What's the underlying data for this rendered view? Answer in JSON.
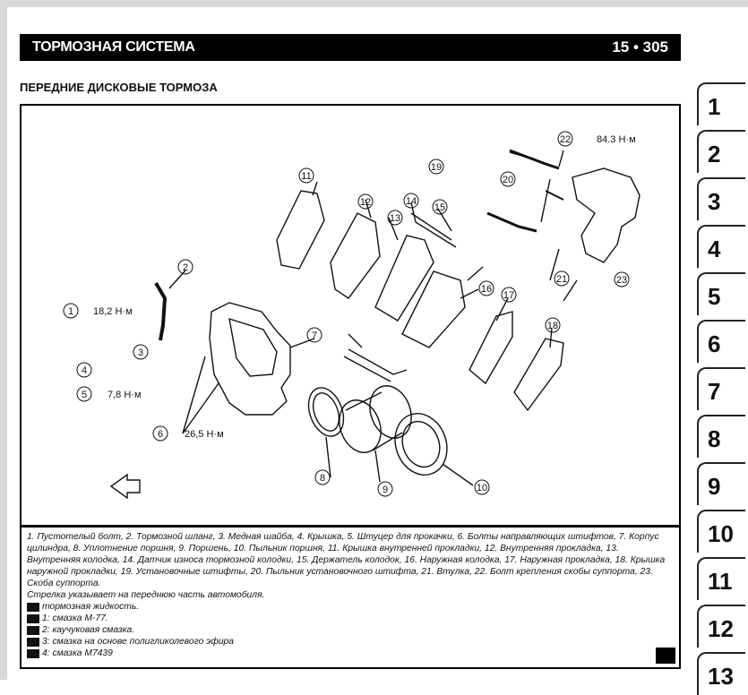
{
  "header": {
    "title": "ТОРМОЗНАЯ СИСТЕМА",
    "page": "15 • 305"
  },
  "section_title": "ПЕРЕДНИЕ ДИСКОВЫЕ ТОРМОЗА",
  "figure": {
    "torque_1": "18,2 Н·м",
    "torque_5": "7,8 Н·м",
    "torque_6": "26,5 Н·м",
    "torque_22": "84.3 Н·м",
    "callouts": [
      "1",
      "2",
      "3",
      "4",
      "5",
      "6",
      "7",
      "8",
      "9",
      "10",
      "11",
      "12",
      "13",
      "14",
      "15",
      "16",
      "17",
      "18",
      "19",
      "20",
      "21",
      "22",
      "23"
    ]
  },
  "caption": {
    "parts": "1. Пустотелый болт, 2. Тормозной шланг, 3. Медная шайба, 4. Крышка, 5. Штуцер для прокачки, 6. Болты направляющих штифтов, 7. Корпус цилиндра, 8. Уплотнение поршня, 9. Поршень, 10. Пыльник поршня, 11. Крышка внутренней прокладки, 12. Внутренняя прокладка, 13. Внутренняя колодка, 14. Датчик износа тормозной колодки, 15. Держатель колодок, 16. Наружная колодка, 17. Наружная прокладка, 18. Крышка наружной прокладки, 19. Установочные штифты, 20. Пыльник установочного штифта, 21. Втулка, 22. Болт крепления скобы суппорта, 23. Скоба суппорта.",
    "arrow_note": "Стрелка указывает на переднюю часть автомобиля.",
    "legend": [
      "тормозная жидкость.",
      "1: смазка М-77.",
      "2: каучуковая смазка.",
      "3: смазка на основе полигликолевого эфира",
      "4: смазка М7439"
    ]
  },
  "tabs": [
    "1",
    "2",
    "3",
    "4",
    "5",
    "6",
    "7",
    "8",
    "9",
    "10",
    "11",
    "12",
    "13"
  ]
}
